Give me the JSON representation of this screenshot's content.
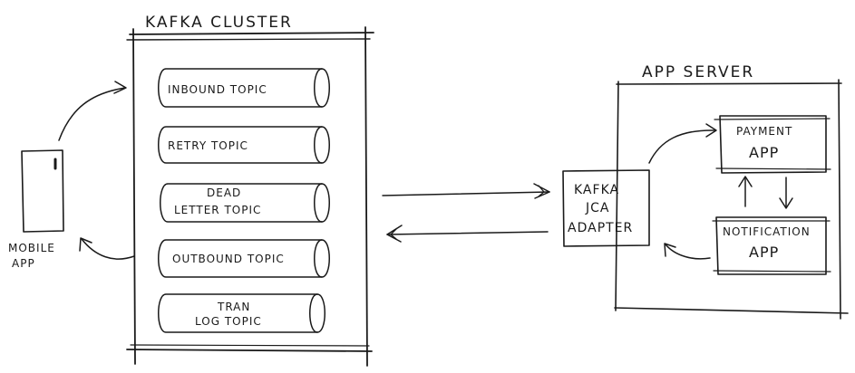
{
  "cluster": {
    "title": "KAFKA CLUSTER",
    "topics": [
      {
        "line1": "INBOUND TOPIC",
        "line2": ""
      },
      {
        "line1": "RETRY TOPIC",
        "line2": ""
      },
      {
        "line1": "DEAD",
        "line2": "LETTER TOPIC"
      },
      {
        "line1": "OUTBOUND TOPIC",
        "line2": ""
      },
      {
        "line1": "TRAN",
        "line2": "LOG TOPIC"
      }
    ]
  },
  "mobile": {
    "line1": "MOBILE",
    "line2": "APP"
  },
  "server": {
    "title": "APP SERVER",
    "adapter": {
      "line1": "KAFKA",
      "line2": "JCA",
      "line3": "ADAPTER"
    },
    "payment": {
      "line1": "PAYMENT",
      "line2": "APP"
    },
    "notification": {
      "line1": "NOTIFICATION",
      "line2": "APP"
    }
  }
}
